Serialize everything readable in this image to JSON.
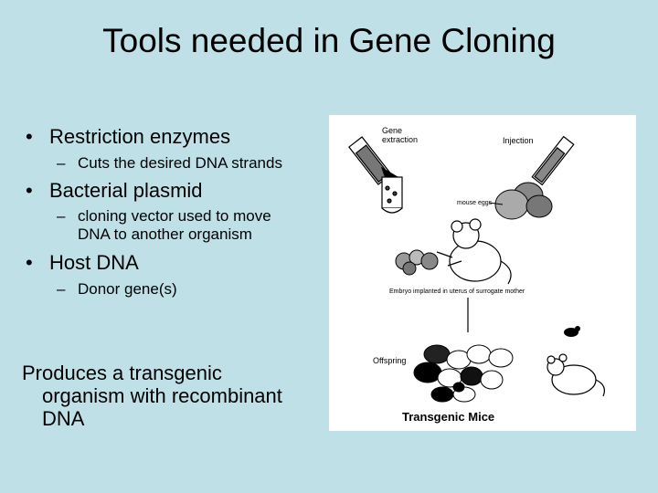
{
  "slide": {
    "title": "Tools needed in Gene Cloning",
    "bullets": [
      {
        "text": "Restriction enzymes",
        "sub": "Cuts the desired DNA strands"
      },
      {
        "text": "Bacterial plasmid",
        "sub_lines": [
          "cloning vector used to move",
          "DNA to another organism"
        ]
      },
      {
        "text": "Host DNA",
        "sub": "Donor gene(s)"
      }
    ],
    "bullet_glyph": "•",
    "dash_glyph": "–",
    "closing": {
      "line1": "Produces a transgenic",
      "line2": "organism with recombinant",
      "line3": "DNA"
    }
  },
  "figure": {
    "gene_extraction": "Gene\nextraction",
    "gene_label_1": "Gene",
    "gene_label_2": "extraction",
    "injection": "Injection",
    "mouse_eggs": "mouse eggs",
    "embryo_caption": "Embryo implanted in uterus of surrogate mother",
    "offspring": "Offspring",
    "caption": "Transgenic Mice"
  }
}
